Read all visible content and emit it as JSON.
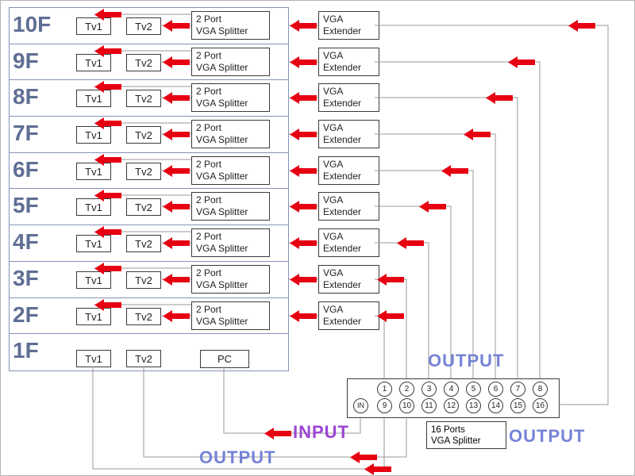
{
  "colors": {
    "arrow_red": "#e60012",
    "wire_gray": "#999999",
    "box_border": "#3a3a3a",
    "frame_blue": "#8492ba",
    "floor_label_blue": "#5f6e94",
    "output_label_blue": "#7583d6",
    "input_label_purple": "#9c44d4"
  },
  "floors": [
    {
      "label": "10F",
      "tv1": "Tv1",
      "tv2": "Tv2",
      "splitter1": "2 Port",
      "splitter2": "VGA Splitter",
      "extender1": "VGA",
      "extender2": "Extender"
    },
    {
      "label": "9F",
      "tv1": "Tv1",
      "tv2": "Tv2",
      "splitter1": "2 Port",
      "splitter2": "VGA Splitter",
      "extender1": "VGA",
      "extender2": "Extender"
    },
    {
      "label": "8F",
      "tv1": "Tv1",
      "tv2": "Tv2",
      "splitter1": "2 Port",
      "splitter2": "VGA Splitter",
      "extender1": "VGA",
      "extender2": "Extender"
    },
    {
      "label": "7F",
      "tv1": "Tv1",
      "tv2": "Tv2",
      "splitter1": "2 Port",
      "splitter2": "VGA Splitter",
      "extender1": "VGA",
      "extender2": "Extender"
    },
    {
      "label": "6F",
      "tv1": "Tv1",
      "tv2": "Tv2",
      "splitter1": "2 Port",
      "splitter2": "VGA Splitter",
      "extender1": "VGA",
      "extender2": "Extender"
    },
    {
      "label": "5F",
      "tv1": "Tv1",
      "tv2": "Tv2",
      "splitter1": "2 Port",
      "splitter2": "VGA Splitter",
      "extender1": "VGA",
      "extender2": "Extender"
    },
    {
      "label": "4F",
      "tv1": "Tv1",
      "tv2": "Tv2",
      "splitter1": "2 Port",
      "splitter2": "VGA Splitter",
      "extender1": "VGA",
      "extender2": "Extender"
    },
    {
      "label": "3F",
      "tv1": "Tv1",
      "tv2": "Tv2",
      "splitter1": "2 Port",
      "splitter2": "VGA Splitter",
      "extender1": "VGA",
      "extender2": "Extender"
    },
    {
      "label": "2F",
      "tv1": "Tv1",
      "tv2": "Tv2",
      "splitter1": "2 Port",
      "splitter2": "VGA Splitter",
      "extender1": "VGA",
      "extender2": "Extender"
    },
    {
      "label": "1F",
      "tv1": "Tv1",
      "tv2": "Tv2",
      "pc": "PC"
    }
  ],
  "ports": {
    "top": [
      "1",
      "2",
      "3",
      "4",
      "5",
      "6",
      "7",
      "8"
    ],
    "in_label": "IN",
    "bottom": [
      "9",
      "10",
      "11",
      "12",
      "13",
      "14",
      "15",
      "16"
    ]
  },
  "splitter16": {
    "line1": "16 Ports",
    "line2": "VGA Splitter"
  },
  "labels": {
    "output": "OUTPUT",
    "input": "INPUT"
  }
}
